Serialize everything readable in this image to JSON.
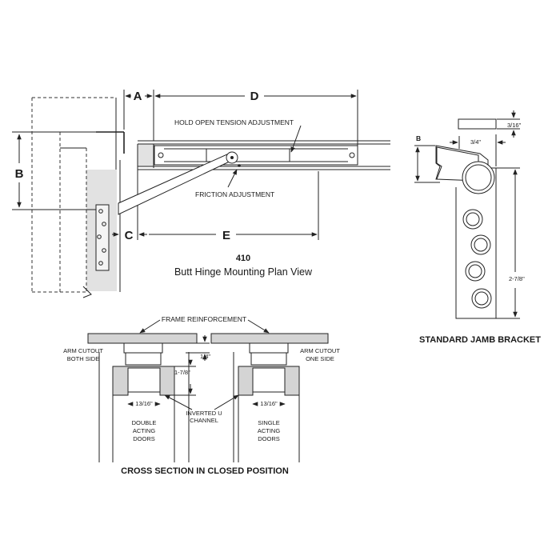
{
  "plan_view": {
    "dim_a": "A",
    "dim_b": "B",
    "dim_c": "C",
    "dim_d": "D",
    "dim_e": "E",
    "hold_open": "HOLD OPEN TENSION ADJUSTMENT",
    "friction": "FRICTION ADJUSTMENT",
    "model": "410",
    "caption": "Butt Hinge Mounting Plan View"
  },
  "jamb_bracket": {
    "dim_b": "B",
    "dim_3_16": "3/16\"",
    "dim_3_4": "3/4\"",
    "dim_2_7_8": "2-7/8\"",
    "title": "STANDARD JAMB BRACKET"
  },
  "cross_section": {
    "frame_reinforcement": "FRAME REINFORCEMENT",
    "arm_cutout_both_1": "ARM CUTOUT",
    "arm_cutout_both_2": "BOTH SIDE",
    "arm_cutout_one_1": "ARM CUTOUT",
    "arm_cutout_one_2": "ONE SIDE",
    "dim_1_4": "1/4\"",
    "dim_1_7_8": "1-7/8\"",
    "dim_13_16_left": "13/16\"",
    "dim_13_16_right": "13/16\"",
    "inverted_1": "INVERTED U",
    "inverted_2": "CHANNEL",
    "double_1": "DOUBLE",
    "double_2": "ACTING",
    "double_3": "DOORS",
    "single_1": "SINGLE",
    "single_2": "ACTING",
    "single_3": "DOORS",
    "title": "CROSS SECTION IN CLOSED POSITION"
  }
}
